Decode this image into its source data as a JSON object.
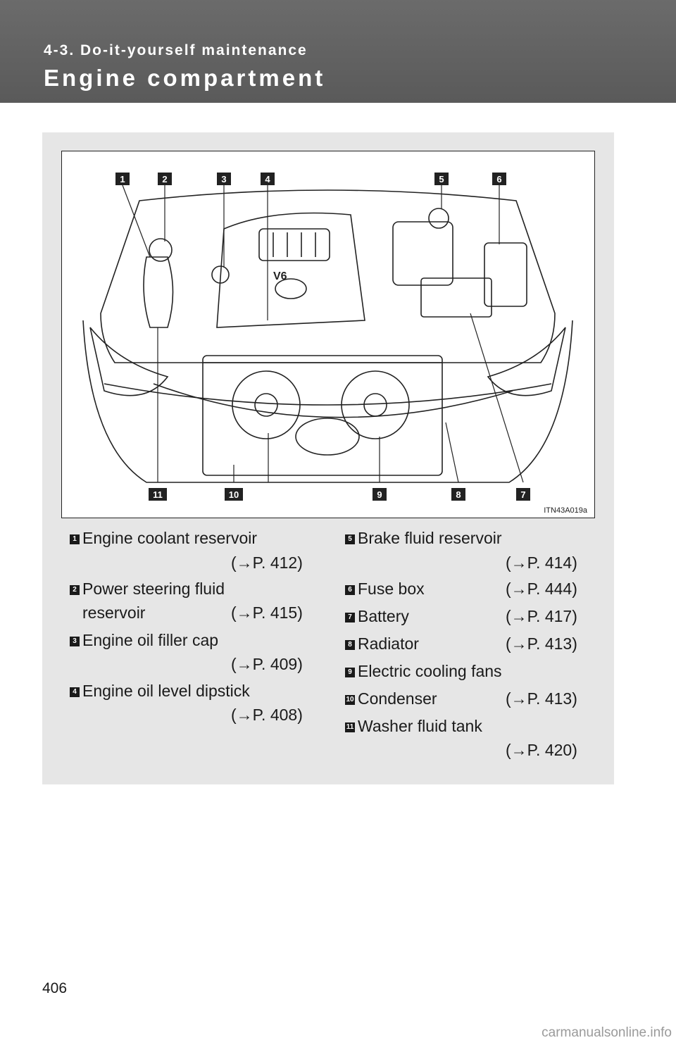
{
  "header": {
    "section": "4-3. Do-it-yourself maintenance",
    "title": "Engine compartment"
  },
  "figure": {
    "code": "ITN43A019a",
    "callouts": [
      "1",
      "2",
      "3",
      "4",
      "5",
      "6",
      "7",
      "8",
      "9",
      "10",
      "11"
    ]
  },
  "legend": [
    {
      "num": "1",
      "label": "Engine coolant reservoir",
      "ref": "(→P. 412)"
    },
    {
      "num": "2",
      "label_line1": "Power steering fluid",
      "label_line2": "reservoir",
      "ref": "(→P. 415)"
    },
    {
      "num": "3",
      "label": "Engine oil filler cap",
      "ref": "(→P. 409)"
    },
    {
      "num": "4",
      "label": "Engine oil level dipstick",
      "ref": "(→P. 408)"
    },
    {
      "num": "5",
      "label": "Brake fluid reservoir",
      "ref": "(→P. 414)"
    },
    {
      "num": "6",
      "label": "Fuse box",
      "ref": "(→P. 444)"
    },
    {
      "num": "7",
      "label": "Battery",
      "ref": "(→P. 417)"
    },
    {
      "num": "8",
      "label": "Radiator",
      "ref": "(→P. 413)"
    },
    {
      "num": "9",
      "label": "Electric cooling fans"
    },
    {
      "num": "10",
      "label": "Condenser",
      "ref": "(→P. 413)"
    },
    {
      "num": "11",
      "label": "Washer fluid tank",
      "ref": "(→P. 420)"
    }
  ],
  "page_number": "406",
  "watermark": "carmanualsonline.info"
}
